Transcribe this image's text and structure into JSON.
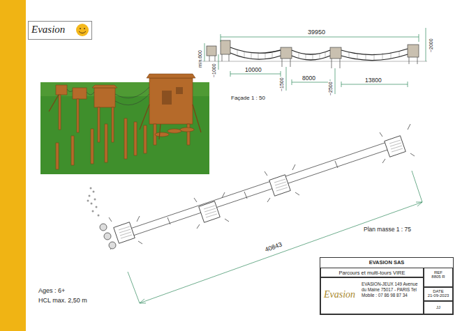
{
  "diagram": {
    "nodes": [
      {
        "text": [
          "EVASION SAS"
        ]
      },
      {
        "text": [
          "Parcours et multi-tours VIRE"
        ],
        "in": 0
      },
      {
        "text": [
          "REF",
          "8805 R"
        ],
        "in": 0
      },
      {
        "text": [
          "Evasion",
          "EVASION-JEUX 149 Avenue du Maine 75017 - PARIS Tel Mobile : 07 86 98 87 34"
        ],
        "in": 0
      },
      {
        "text": [
          "DATE",
          "21-09-2023"
        ],
        "in": 0
      },
      {
        "text": [
          "JJ"
        ],
        "in": 0
      },
      {
        "text": [
          "Evasion"
        ]
      }
    ],
    "labels": [
      "39950",
      "min.600",
      "~1000",
      "10000",
      "~1500",
      "8000",
      "~2500",
      "13800",
      "~2000",
      "Façade 1 : 50",
      "Plan masse 1 : 75",
      "40843",
      "Ages : 6+",
      "HCL max. 2,50 m"
    ]
  }
}
